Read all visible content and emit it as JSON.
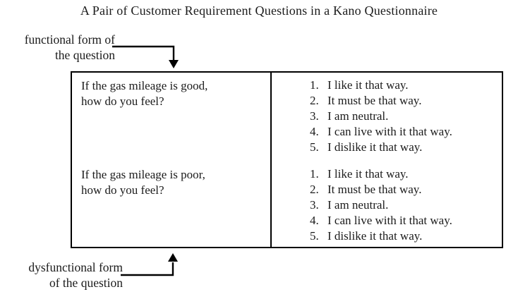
{
  "title": "A Pair of Customer Requirement Questions in a Kano Questionnaire",
  "annotations": {
    "functional": {
      "line1": "functional form of",
      "line2": "the question"
    },
    "dysfunctional": {
      "line1": "dysfunctional form",
      "line2": "of the question"
    }
  },
  "table": {
    "rows": [
      {
        "question_line1": "If the gas mileage is good,",
        "question_line2": "how do you feel?",
        "answers": [
          {
            "num": "1.",
            "text": "I like it that way."
          },
          {
            "num": "2.",
            "text": "It must be that way."
          },
          {
            "num": "3.",
            "text": "I am neutral."
          },
          {
            "num": "4.",
            "text": "I can live with it that way."
          },
          {
            "num": "5.",
            "text": "I dislike it that way."
          }
        ]
      },
      {
        "question_line1": "If the gas mileage is poor,",
        "question_line2": "how do you feel?",
        "answers": [
          {
            "num": "1.",
            "text": "I like it that way."
          },
          {
            "num": "2.",
            "text": "It must be that way."
          },
          {
            "num": "3.",
            "text": "I am neutral."
          },
          {
            "num": "4.",
            "text": "I can live with it that way."
          },
          {
            "num": "5.",
            "text": "I dislike it that way."
          }
        ]
      }
    ]
  },
  "colors": {
    "background": "#ffffff",
    "text": "#1b1b1b",
    "border": "#000000",
    "arrow": "#000000"
  }
}
